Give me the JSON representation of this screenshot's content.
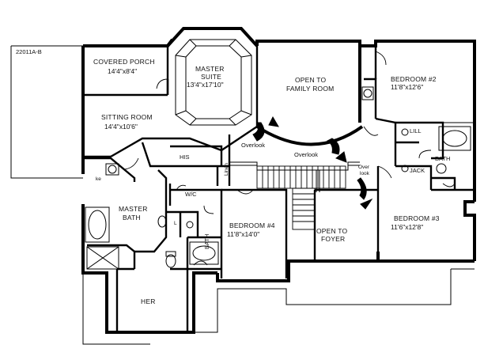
{
  "plan": {
    "plan_id": "22011A-B",
    "rooms": {
      "covered_porch": {
        "name": "COVERED PORCH",
        "dims": "14'4\"x8'4\""
      },
      "master_suite": {
        "name_line1": "MASTER",
        "name_line2": "SUITE",
        "dims": "13'4\"x17'10\""
      },
      "open_family": {
        "line1": "OPEN TO",
        "line2": "FAMILY ROOM"
      },
      "bedroom2": {
        "name": "BEDROOM #2",
        "dims": "11'8\"x12'6\""
      },
      "sitting_room": {
        "name": "SITTING ROOM",
        "dims": "14'4\"x10'6\""
      },
      "master_bath": {
        "line1": "MASTER",
        "line2": "BATH"
      },
      "his": {
        "name": "HIS"
      },
      "linen": {
        "name": "Linen"
      },
      "wic": {
        "name": "W/C"
      },
      "bedroom4": {
        "name": "BEDROOM #4",
        "dims": "11'8\"x14'0\""
      },
      "open_foyer": {
        "line1": "OPEN TO",
        "line2": "FOYER"
      },
      "bedroom3": {
        "name": "BEDROOM #3",
        "dims": "11'6\"x12'8\""
      },
      "bath_left": {
        "name": "BATH"
      },
      "bath_right": {
        "name": "BATH"
      },
      "her": {
        "name": "HER"
      },
      "lill": {
        "name": "LILL"
      },
      "jack": {
        "name": "JACK"
      }
    },
    "annotations": {
      "overlook_1": "Overlook",
      "overlook_2": "Overlook",
      "overlook_3_line1": "Over",
      "overlook_3_line2": "look",
      "ke": "ke",
      "l_mark": "L"
    }
  }
}
